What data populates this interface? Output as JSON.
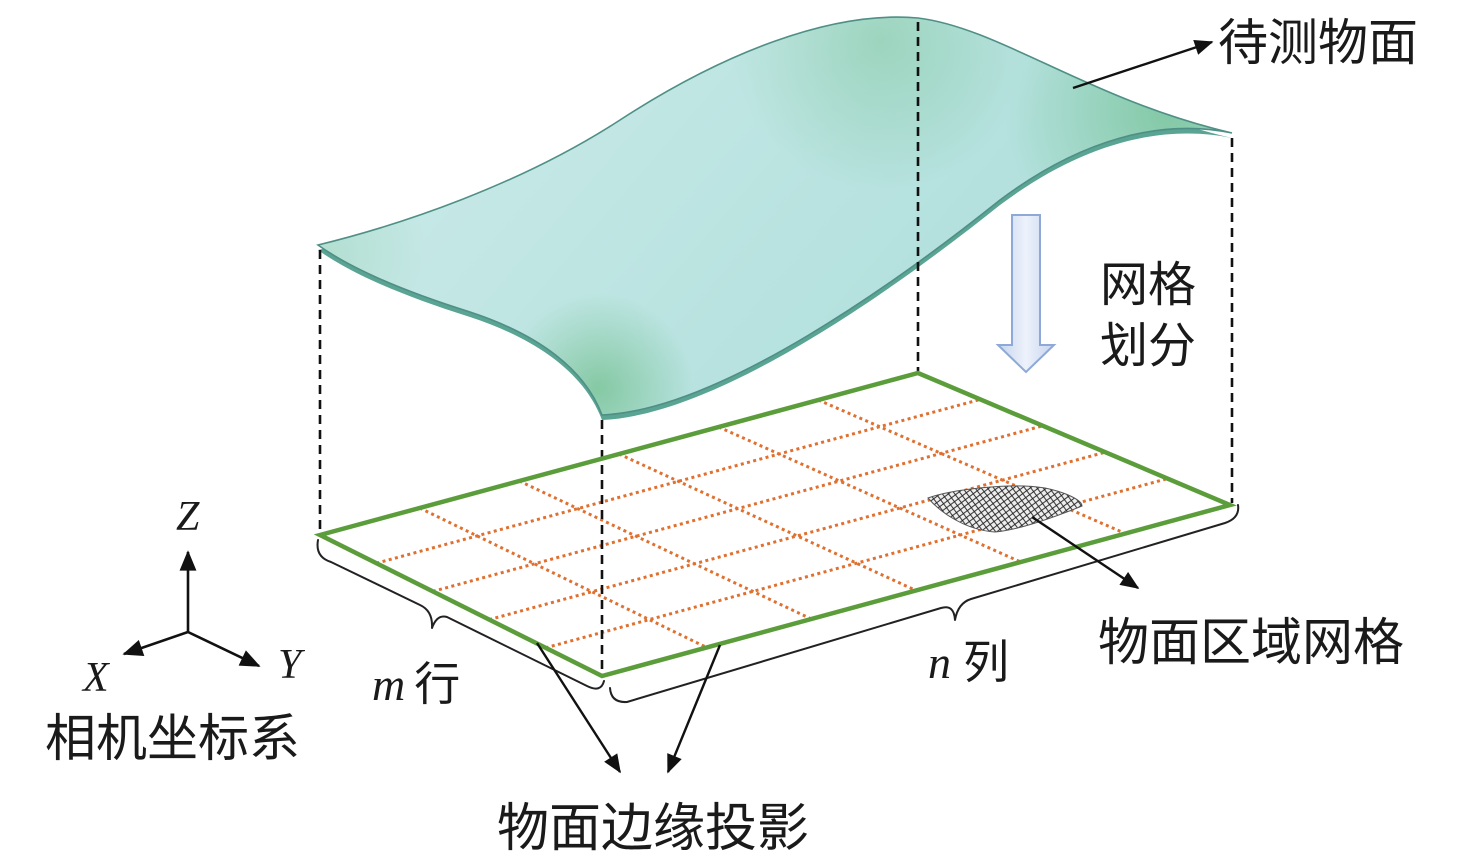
{
  "diagram": {
    "surface_label": "待测物面",
    "meshing_label_lines": [
      "网格",
      "划分"
    ],
    "region_grid_label": "物面区域网格",
    "rows": {
      "symbol": "m",
      "unit": "行"
    },
    "columns": {
      "symbol": "n",
      "unit": "列"
    },
    "edge_projection_label": "物面边缘投影",
    "axes": {
      "z": "Z",
      "y": "Y",
      "x": "X",
      "frame_label": "相机坐标系"
    }
  },
  "colors": {
    "surface_light": "#b4e1de",
    "surface_green": "#76c297",
    "boundary": "#5c9d3b",
    "grid": "#e0702f",
    "arrow_fill": "#edf2fb",
    "arrow_edge": "#c5d4ee",
    "arrow_stroke": "#8ea9d8"
  }
}
